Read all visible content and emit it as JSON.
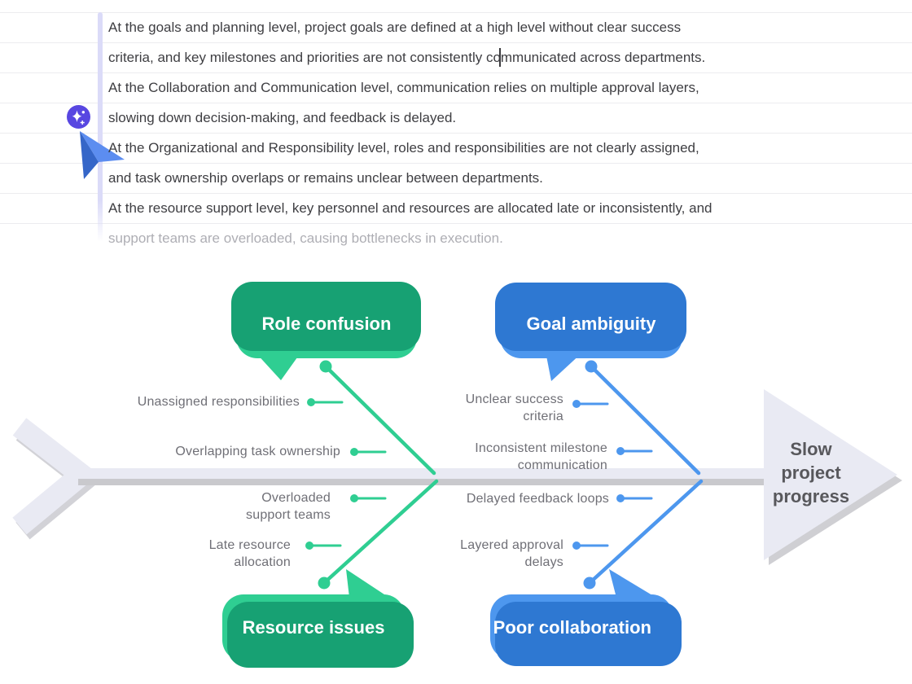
{
  "colors": {
    "green": "#2fce92",
    "green_dark": "#17a173",
    "blue": "#4d97ee",
    "blue_dark": "#2e78d2",
    "bone_fill": "#e9eaf3",
    "bone_shadow": "#c9c9cd",
    "label_text": "#6f6f76",
    "doc_text": "#3e3e42",
    "doc_text_faded": "#aeaeb4",
    "rule_line": "#ececef",
    "quote_bar": "#dbdbf8",
    "ai_badge": "#5847e1",
    "cursor_light": "#5c8df0",
    "cursor_dark": "#3566c8",
    "effect_text": "#58585c"
  },
  "document": {
    "icons": {
      "ai_badge": "sparkle-icon",
      "pointer": "collaborator-cursor-icon"
    },
    "lines": [
      {
        "text": "At the goals and planning level, project goals are defined at a high level without clear success"
      },
      {
        "text": "criteria, and key milestones and priorities are not consistently communicated across departments."
      },
      {
        "text": "At the Collaboration and Communication level, communication relies on multiple approval layers,"
      },
      {
        "text": "slowing down decision-making, and feedback is delayed."
      },
      {
        "text": "At the Organizational and Responsibility level, roles and responsibilities are not clearly assigned,"
      },
      {
        "text": "and task ownership overlaps or remains unclear between departments."
      },
      {
        "text": "At the resource support level, key personnel and resources are allocated late or inconsistently, and"
      },
      {
        "text": "support teams are overloaded, causing bottlenecks in execution."
      }
    ]
  },
  "diagram": {
    "type": "fishbone",
    "effect": {
      "label": "Slow project progress"
    },
    "categories": [
      {
        "label": "Role confusion",
        "color": "green",
        "position": "top-left"
      },
      {
        "label": "Goal ambiguity",
        "color": "blue",
        "position": "top-right"
      },
      {
        "label": "Resource issues",
        "color": "green",
        "position": "bottom-left"
      },
      {
        "label": "Poor collaboration",
        "color": "blue",
        "position": "bottom-right"
      }
    ],
    "labels": [
      {
        "line1": "Unassigned responsibilities",
        "line2": ""
      },
      {
        "line1": "Overlapping task ownership",
        "line2": ""
      },
      {
        "line1": "Overloaded",
        "line2": "support teams"
      },
      {
        "line1": "Late resource",
        "line2": "allocation"
      },
      {
        "line1": "Unclear success",
        "line2": "criteria"
      },
      {
        "line1": "Inconsistent milestone",
        "line2": "communication"
      },
      {
        "line1": "Delayed feedback loops",
        "line2": ""
      },
      {
        "line1": "Layered approval",
        "line2": "delays"
      }
    ]
  }
}
